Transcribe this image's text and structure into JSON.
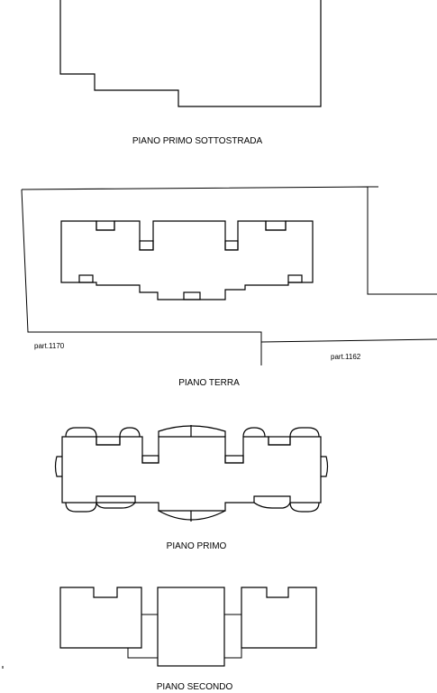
{
  "floors": {
    "basement": "PIANO PRIMO SOTTOSTRADA",
    "ground": "PIANO TERRA",
    "first": "PIANO PRIMO",
    "second": "PIANO SECONDO"
  },
  "parcels": {
    "left": "part.1170",
    "right": "part.1162"
  }
}
